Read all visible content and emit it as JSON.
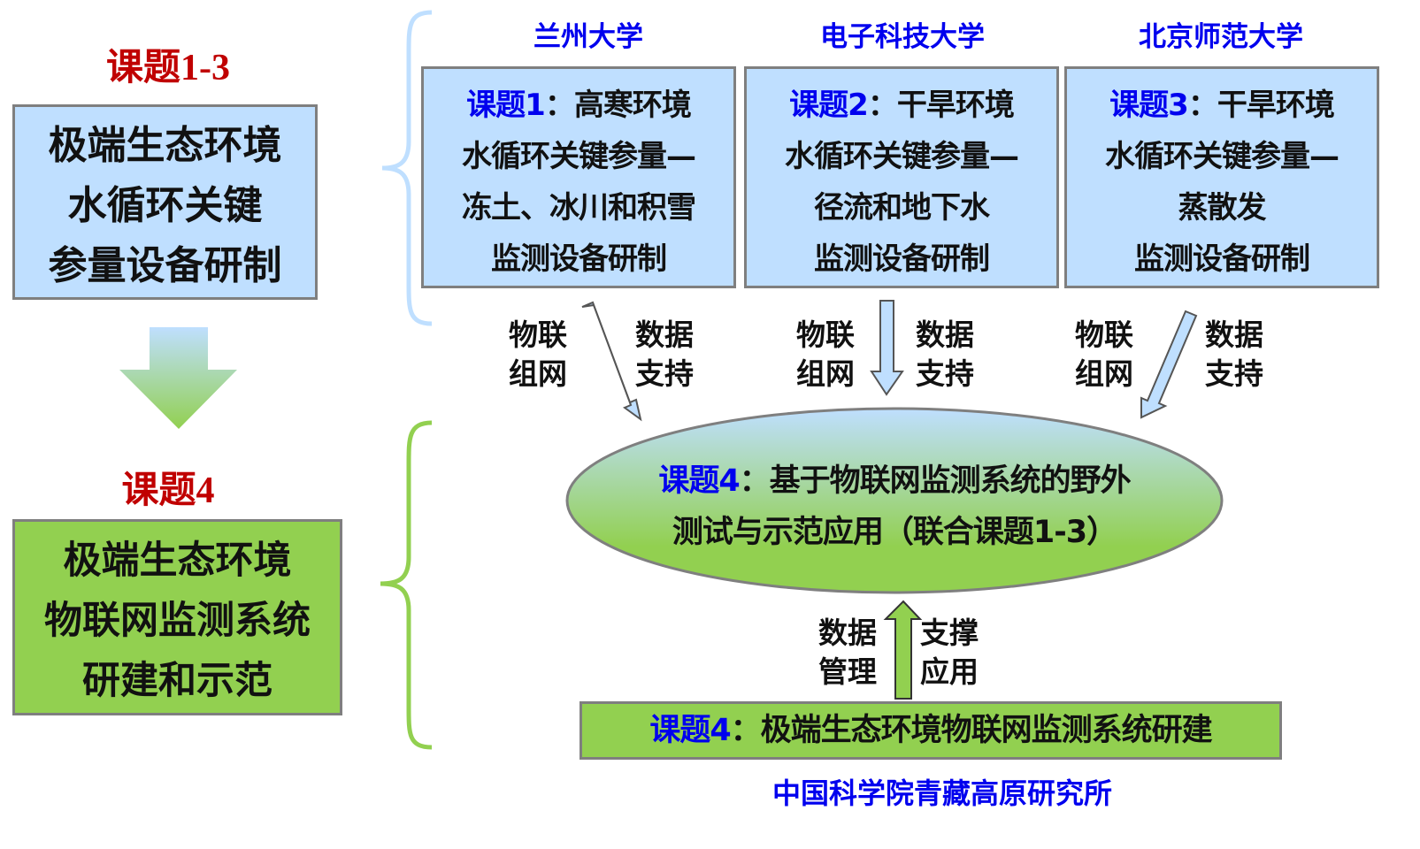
{
  "left": {
    "top_heading": "课题1-3",
    "top_box_lines": [
      "极端生态环境",
      "水循环关键",
      "参量设备研制"
    ],
    "bottom_heading": "课题4",
    "bottom_box_lines": [
      "极端生态环境",
      "物联网监测系统",
      "研建和示范"
    ]
  },
  "topics": [
    {
      "university": "兰州大学",
      "tag": "课题1",
      "lines": [
        "：高寒环境",
        "水循环关键参量—",
        "冻土、冰川和积雪",
        "监测设备研制"
      ]
    },
    {
      "university": "电子科技大学",
      "tag": "课题2",
      "lines": [
        "：干旱环境",
        "水循环关键参量—",
        "径流和地下水",
        "监测设备研制"
      ]
    },
    {
      "university": "北京师范大学",
      "tag": "课题3",
      "lines": [
        "：干旱环境",
        "水循环关键参量—",
        "蒸散发",
        "监测设备研制"
      ]
    }
  ],
  "arrow_labels": {
    "left_top": "物联",
    "left_bottom": "组网",
    "right_top": "数据",
    "right_bottom": "支持"
  },
  "ellipse": {
    "tag": "课题4",
    "line1": "：基于物联网监测系统的野外",
    "line2": "测试与示范应用（联合课题1-3）"
  },
  "up_labels": {
    "left_top": "数据",
    "left_bottom": "管理",
    "right_top": "支撑",
    "right_bottom": "应用"
  },
  "bottom_bar": {
    "tag": "课题4",
    "text": "：极端生态环境物联网监测系统研建"
  },
  "institute": "中国科学院青藏高原研究所",
  "colors": {
    "blue_fill": "#bfdfff",
    "green_fill": "#92d050",
    "heading_red": "#c00000",
    "accent_blue": "#0000ee",
    "border": "#7f7f7f"
  }
}
